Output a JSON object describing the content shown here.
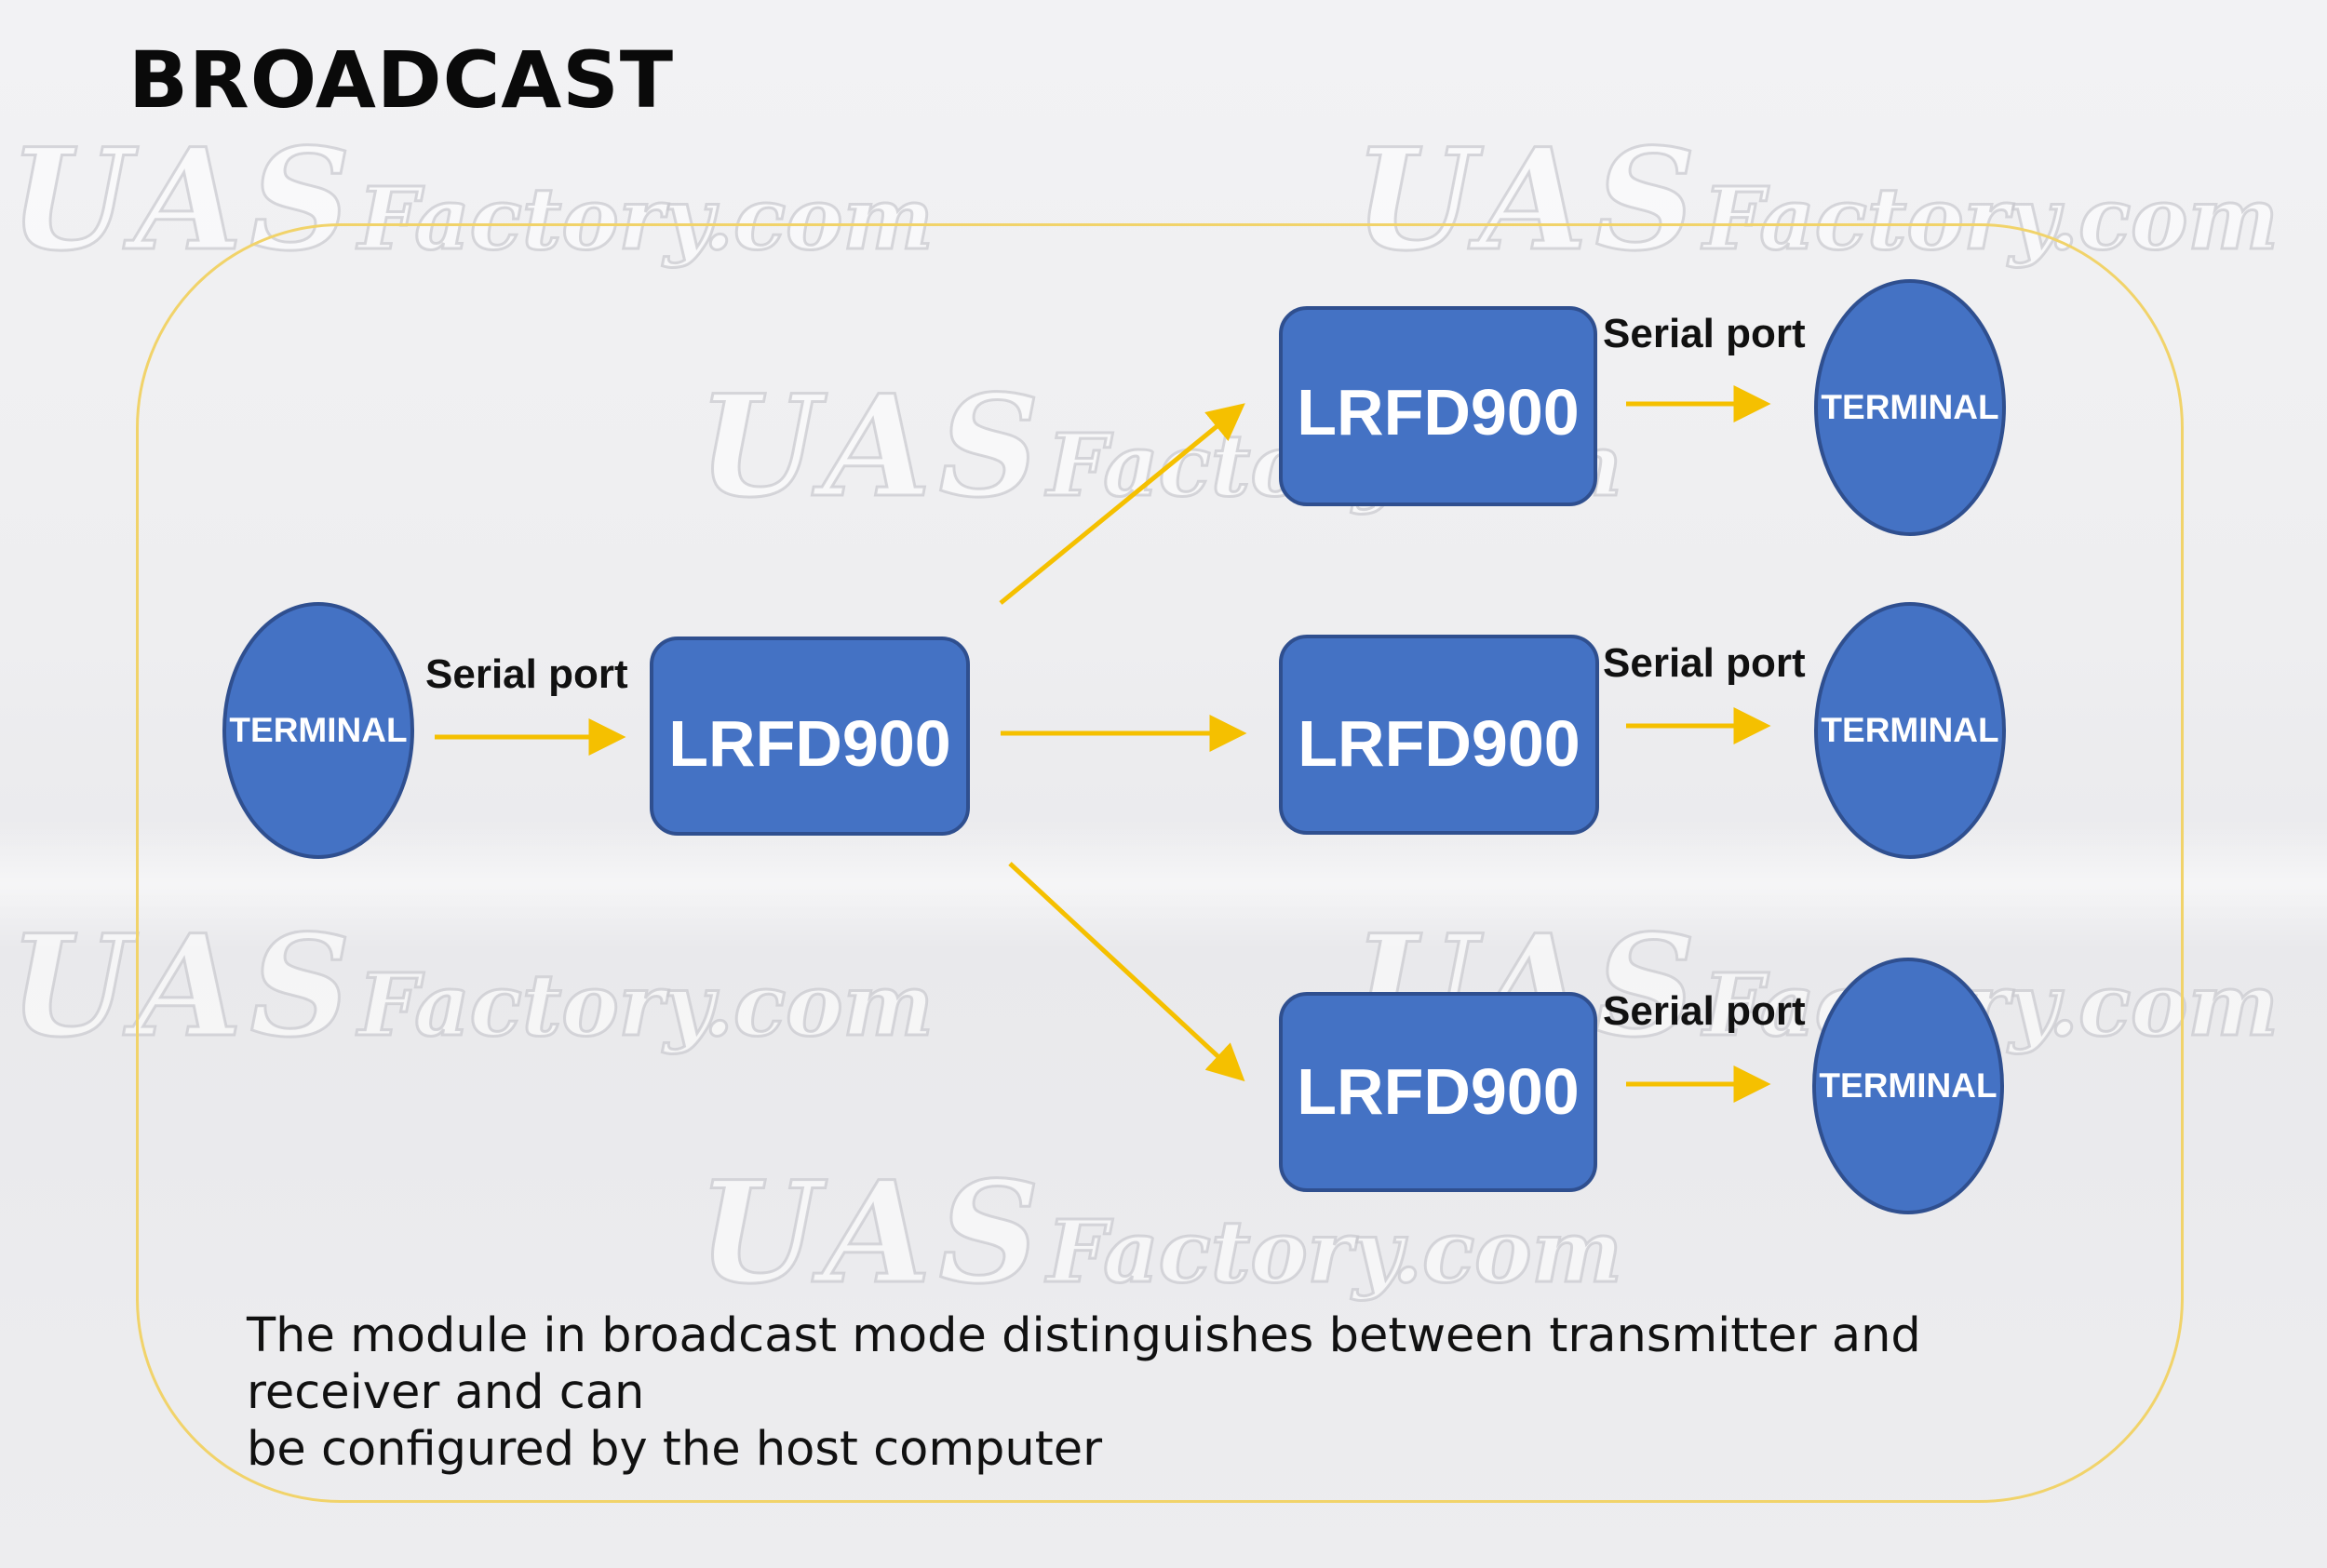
{
  "title": "BROADCAST",
  "watermark": {
    "big": "UAS",
    "small": "Factory.com"
  },
  "diagram": {
    "terminal_label": "TERMINAL",
    "module_label": "LRFD900",
    "serial_label": "Serial port"
  },
  "caption": {
    "line1": "The module in broadcast mode distinguishes between transmitter and receiver and can",
    "line2": "be configured by the host computer"
  },
  "colors": {
    "node_fill": "#4472c4",
    "node_stroke": "#2f4f8f",
    "arrow": "#f5c000",
    "frame": "#f1d36a"
  }
}
